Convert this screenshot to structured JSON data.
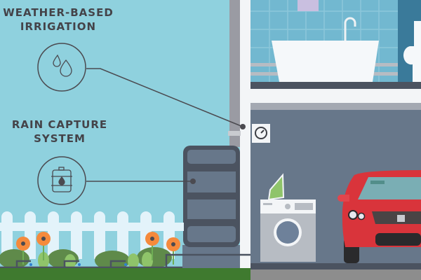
{
  "callouts": [
    {
      "title_line1": "WEATHER-BASED",
      "title_line2": "IRRIGATION",
      "icon": "water-drops-icon"
    },
    {
      "title_line1": "RAIN CAPTURE",
      "title_line2": "SYSTEM",
      "icon": "rain-barrel-icon"
    }
  ],
  "colors": {
    "sky": "#8fd1de",
    "text": "#444349",
    "bathroom_tile": "#72b8d0",
    "garage_wall": "#67778a",
    "barrel": "#67778a",
    "barrel_frame": "#4b5360",
    "car": "#d9343b",
    "flower": "#f58a3c",
    "grass": "#3f7a2f"
  }
}
